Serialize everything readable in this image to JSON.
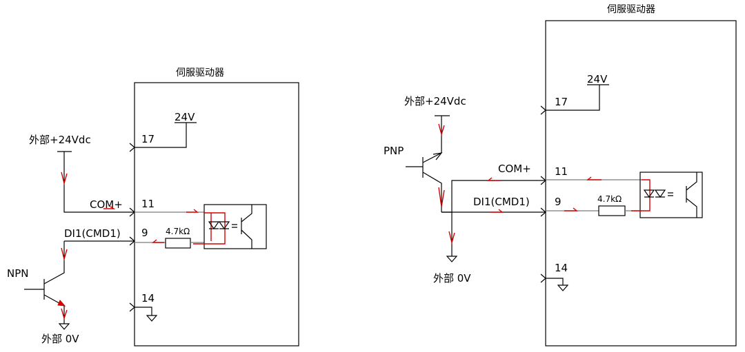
{
  "left": {
    "driver_title": "伺服驱动器",
    "v24": "24V",
    "ext_supply": "外部+24Vdc",
    "pin17": "17",
    "com_label": "COM+",
    "pin11": "11",
    "di_label": "DI1(CMD1)",
    "pin9": "9",
    "resistor": "4.7kΩ",
    "transistor": "NPN",
    "pin14": "14",
    "ext_gnd": "外部 0V"
  },
  "right": {
    "driver_title": "伺服驱动器",
    "v24": "24V",
    "ext_supply": "外部+24Vdc",
    "pin17": "17",
    "transistor": "PNP",
    "com_label": "COM+",
    "pin11": "11",
    "di_label": "DI1(CMD1)",
    "pin9": "9",
    "resistor": "4.7kΩ",
    "pin14": "14",
    "ext_gnd": "外部 0V"
  },
  "colors": {
    "line": "#000000",
    "current_path": "#d40000",
    "connector": "#7a7a7a"
  }
}
